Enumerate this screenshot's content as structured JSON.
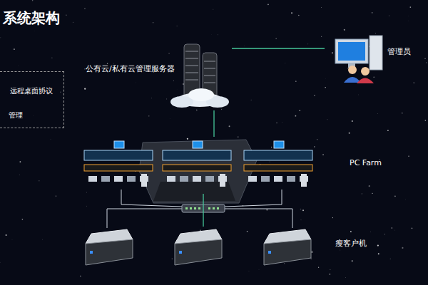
{
  "diagram": {
    "title": "系统架构",
    "nodes": [
      {
        "text": [
          "公有云/私有云管理服务器"
        ]
      },
      {
        "text": [
          "管理员"
        ]
      },
      {
        "text": [
          "PC Farm"
        ]
      },
      {
        "text": [
          "瘦客户机"
        ]
      }
    ],
    "edges": [
      {
        "from": 0,
        "to": 1,
        "arrow": "none"
      },
      {
        "from": 0,
        "to": 2,
        "arrow": "none"
      },
      {
        "from": 2,
        "to": 3,
        "arrow": "none"
      }
    ],
    "legend": [
      {
        "text": "远程桌面协议"
      },
      {
        "text": "管理"
      }
    ]
  }
}
